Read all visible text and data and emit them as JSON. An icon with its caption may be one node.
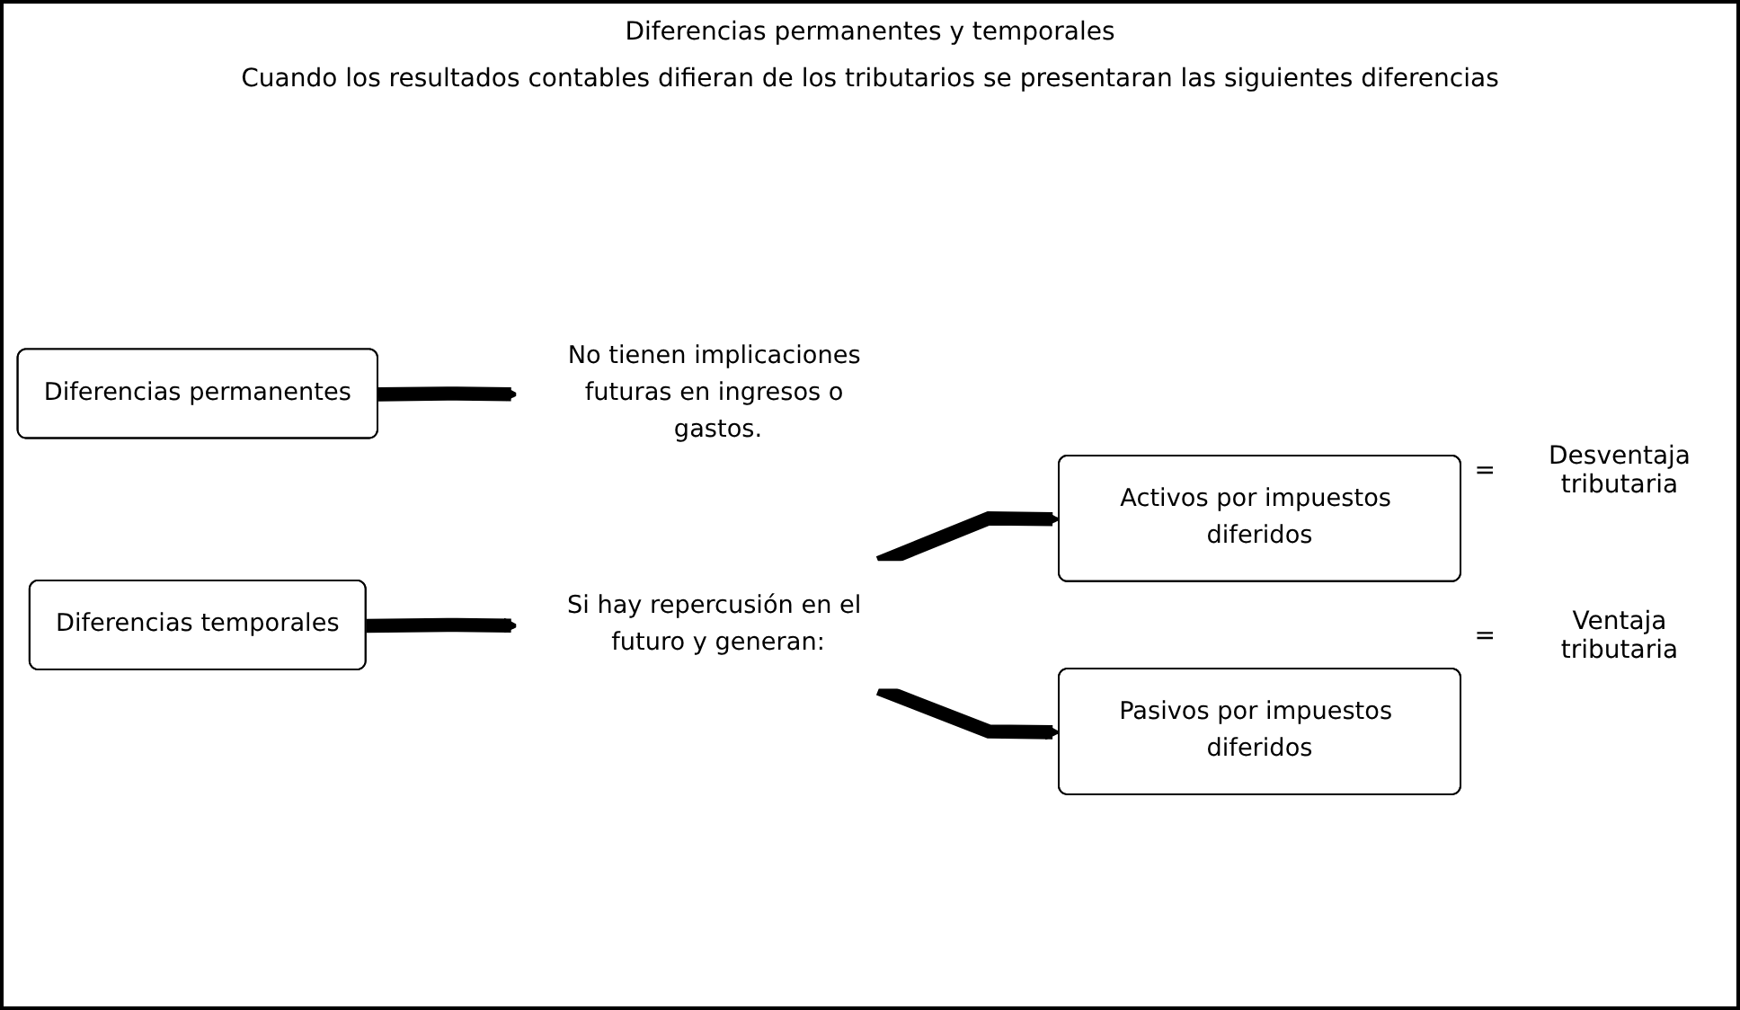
{
  "diagram": {
    "title": "Diferencias permanentes y temporales",
    "nodes": [
      {
        "text": [
          "Diferencias permanentes"
        ]
      },
      {
        "text": [
          "No tienen implicaciones futuras en ingresos o gastos."
        ]
      },
      {
        "text": [
          "Diferencias temporales"
        ]
      },
      {
        "text": [
          "Si hay repercusión en el futuro y generan:"
        ]
      },
      {
        "text": [
          "Activos por impuestos diferidos"
        ],
        "beside": [
          "=",
          "Desventaja tributaria"
        ]
      },
      {
        "text": [
          "Pasivos por impuestos diferidos"
        ],
        "beside": [
          "=",
          "Ventaja tributaria"
        ]
      }
    ],
    "edges": [
      {
        "from": 0,
        "to": 1,
        "arrow": "to"
      },
      {
        "from": 2,
        "to": 3,
        "arrow": "to"
      },
      {
        "from": 3,
        "to": 4,
        "arrow": "to"
      },
      {
        "from": 3,
        "to": 5,
        "arrow": "to"
      }
    ],
    "labels": [
      "Cuando los resultados contables difieran de los tributarios se presentaran las siguientes diferencias"
    ]
  }
}
